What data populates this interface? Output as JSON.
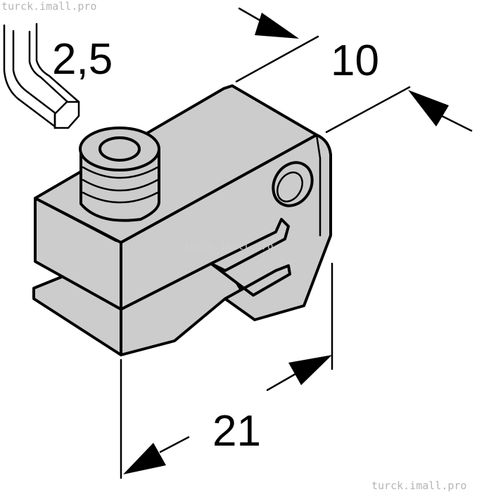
{
  "drawing": {
    "dimensions": {
      "hex_key": "2,5",
      "width": "10",
      "length": "21"
    },
    "watermarks": [
      "turck.imall.pro",
      "turck.imall.pro",
      "turck.imall.pro"
    ],
    "colors": {
      "part_fill": "#cccccc",
      "line": "#000000",
      "watermark": "#b5b5b5"
    }
  }
}
